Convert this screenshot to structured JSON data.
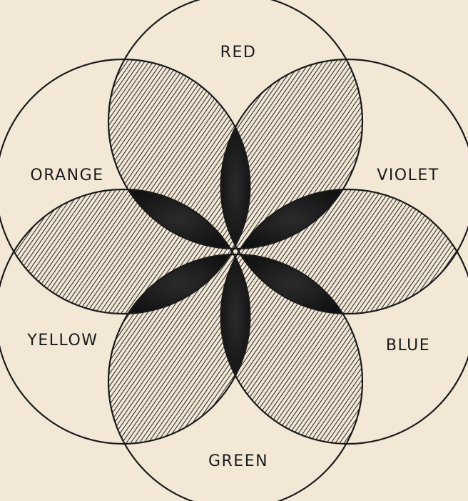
{
  "colors": {
    "paper": "#f3e8d6",
    "ink": "#1a1a1a",
    "pair_overlap_hatch": "#2a2a2a",
    "triple_overlap_fill": "#151515"
  },
  "circles": [
    {
      "id": "red",
      "label": "RED"
    },
    {
      "id": "violet",
      "label": "VIOLET"
    },
    {
      "id": "blue",
      "label": "BLUE"
    },
    {
      "id": "green",
      "label": "GREEN"
    },
    {
      "id": "yellow",
      "label": "YELLOW"
    },
    {
      "id": "orange",
      "label": "ORANGE"
    }
  ]
}
